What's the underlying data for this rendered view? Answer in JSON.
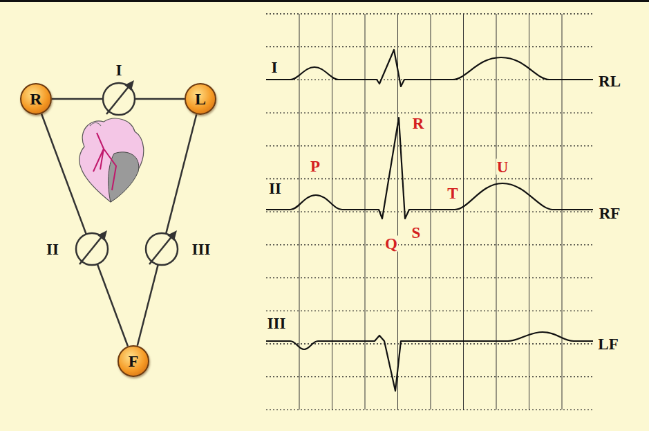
{
  "diagram": {
    "nodes": [
      {
        "text": [
          "R"
        ]
      },
      {
        "text": [
          "L"
        ]
      },
      {
        "text": [
          "F"
        ]
      }
    ],
    "edges": [
      {
        "from": 0,
        "to": 1,
        "arrow": "none",
        "label": "I"
      },
      {
        "from": 0,
        "to": 2,
        "arrow": "none",
        "label": "II"
      },
      {
        "from": 1,
        "to": 2,
        "arrow": "none",
        "label": "III"
      }
    ],
    "labels": [
      "I",
      "RL",
      "R",
      "P",
      "II",
      "T",
      "U",
      "RF",
      "Q",
      "S",
      "III",
      "LF"
    ]
  }
}
